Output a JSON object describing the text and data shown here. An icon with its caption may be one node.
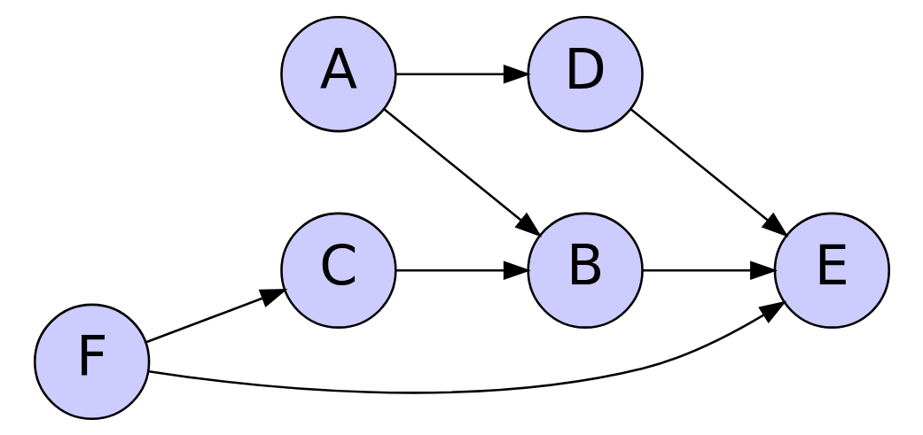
{
  "diagram": {
    "nodes": [
      {
        "text": [
          "A"
        ]
      },
      {
        "text": [
          "D"
        ]
      },
      {
        "text": [
          "F"
        ]
      },
      {
        "text": [
          "C"
        ]
      },
      {
        "text": [
          "B"
        ]
      },
      {
        "text": [
          "E"
        ]
      }
    ],
    "edges": [
      {
        "from": 0,
        "to": 1,
        "arrow": "to"
      },
      {
        "from": 0,
        "to": 4,
        "arrow": "to"
      },
      {
        "from": 1,
        "to": 5,
        "arrow": "to"
      },
      {
        "from": 2,
        "to": 5,
        "arrow": "to"
      },
      {
        "from": 2,
        "to": 3,
        "arrow": "to"
      },
      {
        "from": 3,
        "to": 4,
        "arrow": "to"
      },
      {
        "from": 4,
        "to": 5,
        "arrow": "to"
      }
    ]
  }
}
